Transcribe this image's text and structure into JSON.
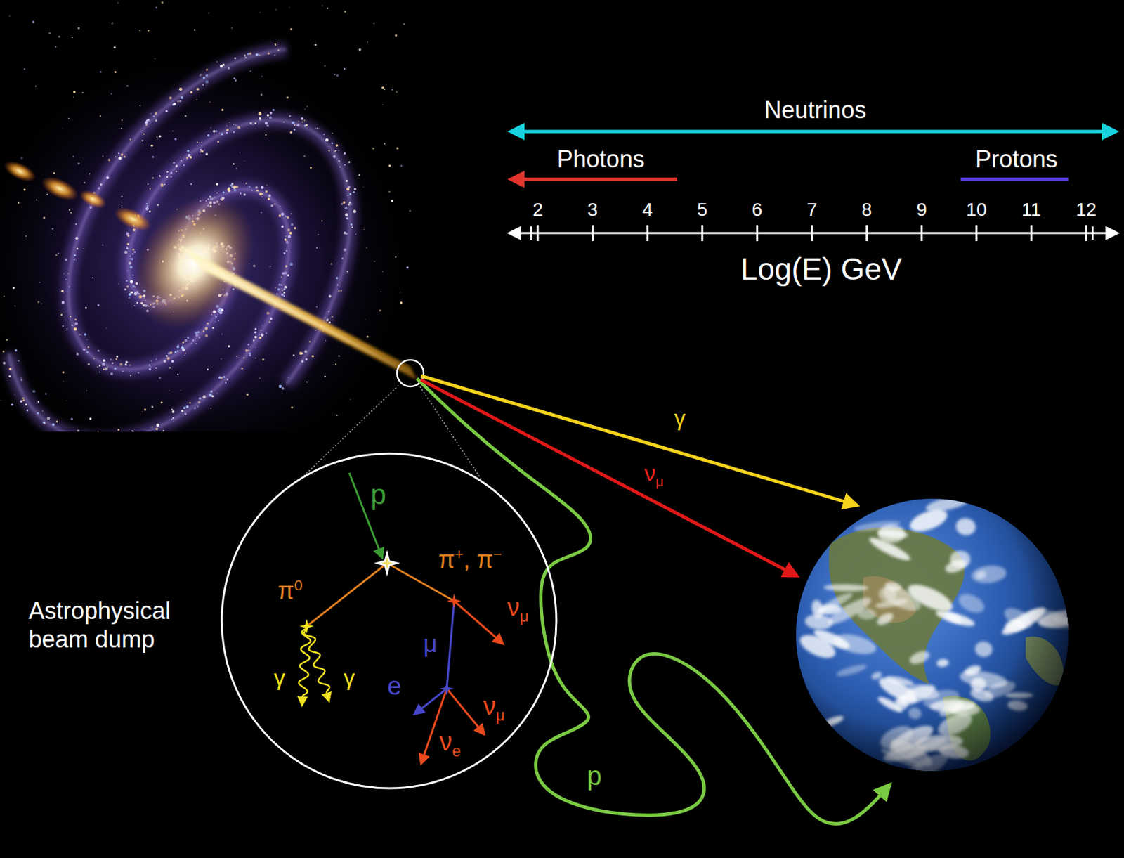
{
  "diagram": {
    "nodes": [
      {
        "text": [
          "Astrophysical beam dump"
        ]
      }
    ],
    "labels": [
      "Neutrinos",
      "Photons",
      "Protons",
      "2",
      "3",
      "4",
      "5",
      "6",
      "7",
      "8",
      "9",
      "10",
      "11",
      "12",
      "Log(E) GeV",
      "γ",
      "νμ",
      "p",
      "p",
      "π0",
      "π+, π−",
      "γ",
      "γ",
      "νμ",
      "μ",
      "e",
      "νμ",
      "νe"
    ]
  }
}
